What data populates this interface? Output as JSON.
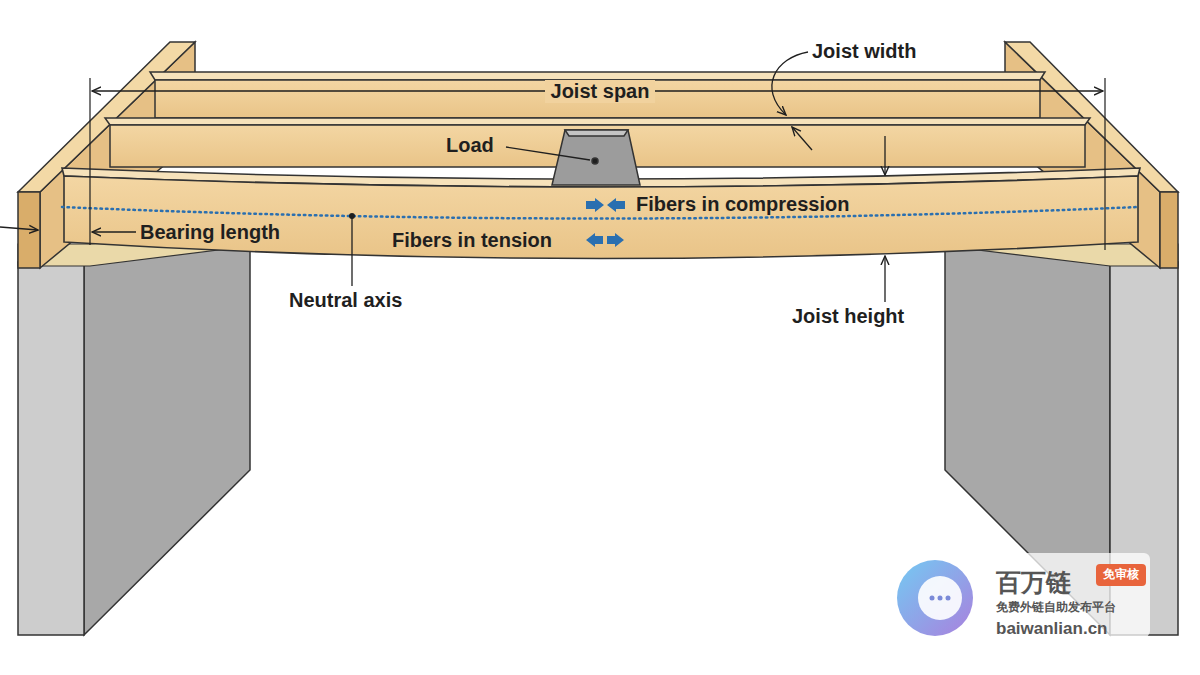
{
  "diagram": {
    "labels": [
      "Joist width",
      "Joist span",
      "Load",
      "Fibers in compression",
      "Bearing length",
      "Fibers in tension",
      "Neutral axis",
      "Joist height",
      "百万链",
      "免审核",
      "免费外链自助发布平台",
      "baiwanlian.cn"
    ]
  }
}
